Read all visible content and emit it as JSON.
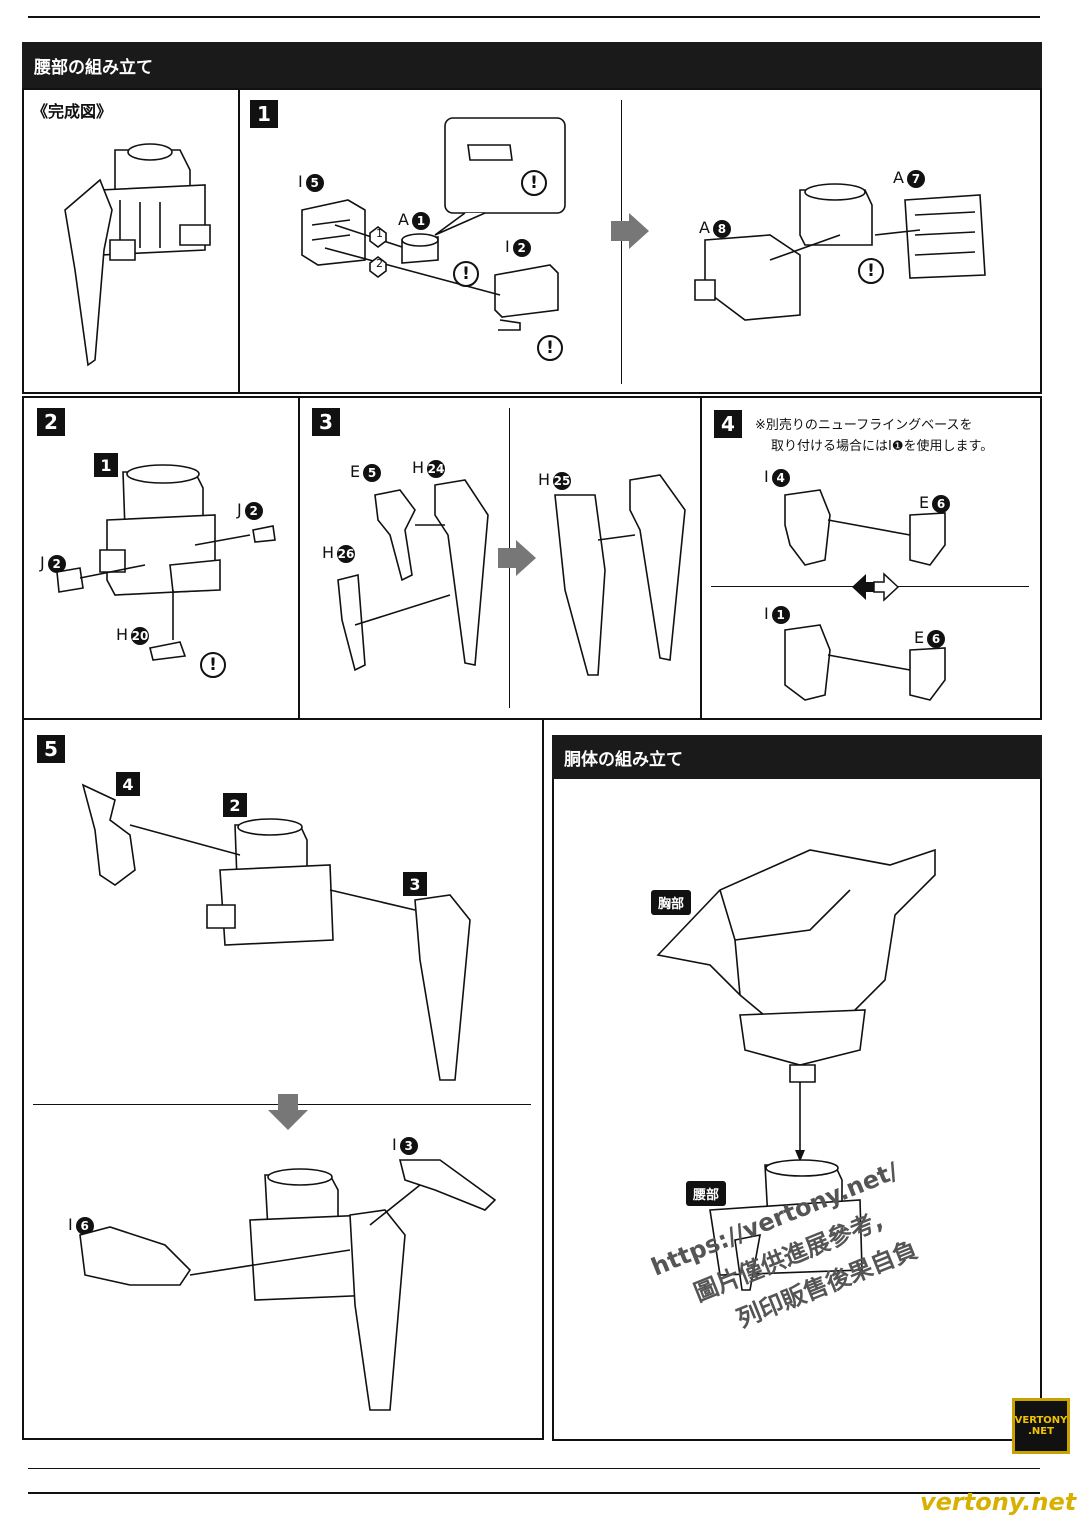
{
  "sections": {
    "waist_title": "腰部の組み立て",
    "torso_title": "胴体の組み立て",
    "completed_label": "《完成図》"
  },
  "steps": {
    "s1": "1",
    "s2": "2",
    "s3": "3",
    "s4": "4",
    "s5": "5"
  },
  "step1": {
    "i5": "I",
    "i5n": "5",
    "a1": "A",
    "a1n": "1",
    "i2": "I",
    "i2n": "2",
    "a8": "A",
    "a8n": "8",
    "a7": "A",
    "a7n": "7",
    "order1": "1",
    "order2": "2"
  },
  "step2": {
    "ref": "1",
    "j2a": "J",
    "j2an": "2",
    "j2b": "J",
    "j2bn": "2",
    "h20": "H",
    "h20n": "20"
  },
  "step3": {
    "e5": "E",
    "e5n": "5",
    "h24": "H",
    "h24n": "24",
    "h26": "H",
    "h26n": "26",
    "h25": "H",
    "h25n": "25"
  },
  "step4": {
    "note_line1": "※別売りのニューフライングベースを",
    "note_line2": "取り付ける場合にはI❶を使用します。",
    "i4": "I",
    "i4n": "4",
    "e6a": "E",
    "e6an": "6",
    "i1": "I",
    "i1n": "1",
    "e6b": "E",
    "e6bn": "6"
  },
  "step5": {
    "ref4": "4",
    "ref2": "2",
    "ref3": "3",
    "i3": "I",
    "i3n": "3",
    "i6": "I",
    "i6n": "6"
  },
  "torso": {
    "chest_tag": "胸部",
    "waist_tag": "腰部"
  },
  "warning_symbol": "!",
  "watermark": {
    "line1": "https://vertony.net/",
    "line2": "圖片僅供進展參考,",
    "line3": "列印販售後果自負",
    "logo_top": "VERTONY",
    "logo_bottom": ".NET",
    "footer": "vertony.net"
  }
}
